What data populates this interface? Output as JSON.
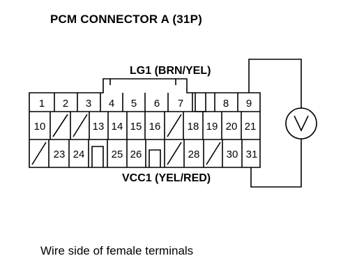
{
  "title": "PCM CONNECTOR A (31P)",
  "caption": "Wire side of female terminals",
  "labels": {
    "lg1": "LG1 (BRN/YEL)",
    "vcc1": "VCC1 (YEL/RED)"
  },
  "pins": {
    "p1": "1",
    "p2": "2",
    "p3": "3",
    "p4": "4",
    "p5": "5",
    "p6": "6",
    "p7": "7",
    "p8": "8",
    "p9": "9",
    "p10": "10",
    "p13": "13",
    "p14": "14",
    "p15": "15",
    "p16": "16",
    "p18": "18",
    "p19": "19",
    "p20": "20",
    "p21": "21",
    "p23": "23",
    "p24": "24",
    "p25": "25",
    "p26": "26",
    "p28": "28",
    "p30": "30",
    "p31": "31"
  },
  "meter": {
    "icon": "voltmeter-icon",
    "symbol": "V"
  }
}
